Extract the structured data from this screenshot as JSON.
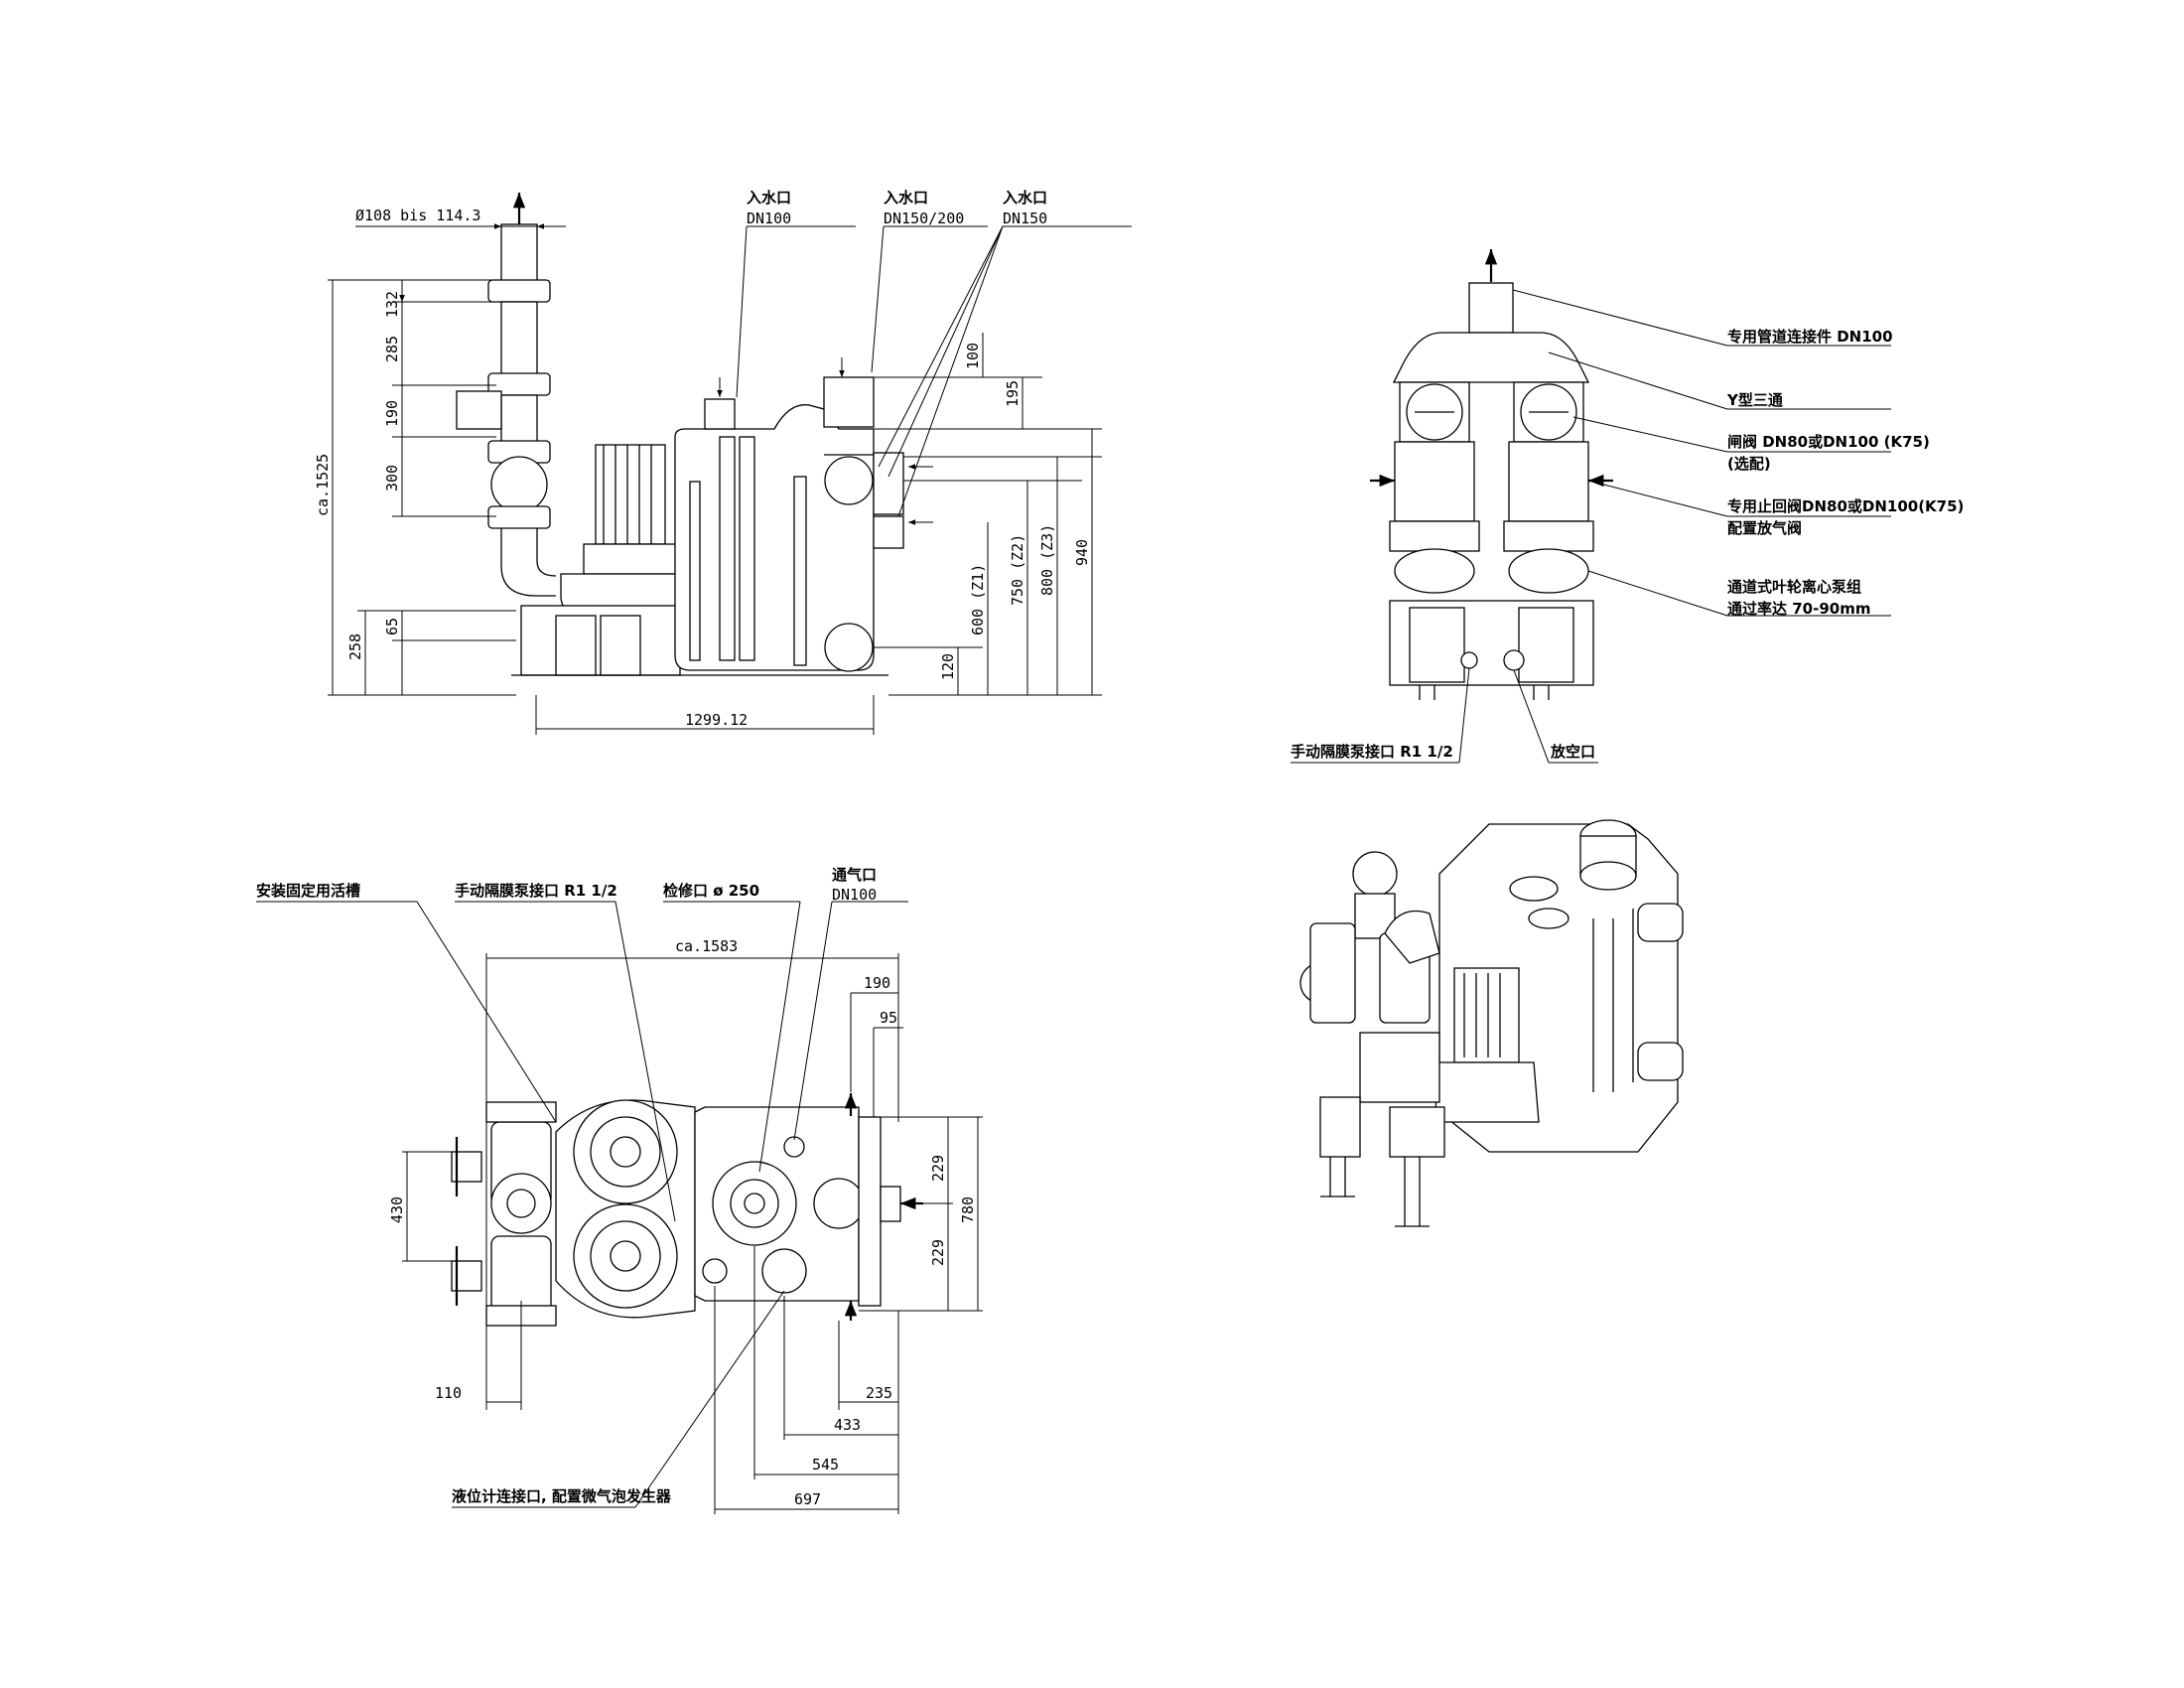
{
  "side_view": {
    "pipe_od": "Ø108 bis 114.3",
    "inlet_dn100_title": "入水口",
    "inlet_dn100_size": "DN100",
    "inlet_dn150_200_title": "入水口",
    "inlet_dn150_200_size": "DN150/200",
    "inlet_dn150_title": "入水口",
    "inlet_dn150_size": "DN150",
    "dim_132": "132",
    "dim_285": "285",
    "dim_190": "190",
    "dim_300": "300",
    "dim_65": "65",
    "dim_258": "258",
    "dim_total_height": "ca.1525",
    "dim_100": "100",
    "dim_195": "195",
    "dim_120": "120",
    "dim_600": "600 (Z1)",
    "dim_750": "750 (Z2)",
    "dim_800": "800 (Z3)",
    "dim_940": "940",
    "dim_width": "1299.12"
  },
  "front_view": {
    "callout_connector": "专用管道连接件 DN100",
    "callout_y_tee": "Y型三通",
    "callout_gate_valve": "闸阀 DN80或DN100 (K75)",
    "callout_gate_valve_note": "(选配)",
    "callout_check_valve": "专用止回阀DN80或DN100(K75)",
    "callout_check_valve_note": "配置放气阀",
    "callout_pump": "通道式叶轮离心泵组",
    "callout_pump_note": "通过率达 70-90mm",
    "callout_manual_pump": "手动隔膜泵接口 R1 1/2",
    "callout_drain": "放空口"
  },
  "plan_view": {
    "callout_fixing_slot": "安装固定用活槽",
    "callout_manual_pump": "手动隔膜泵接口 R1 1/2",
    "callout_inspection": "检修口 ø 250",
    "callout_vent_title": "通气口",
    "callout_vent_size": "DN100",
    "callout_level": "液位计连接口, 配置微气泡发生器",
    "dim_total_length": "ca.1583",
    "dim_190": "190",
    "dim_95": "95",
    "dim_430": "430",
    "dim_229a": "229",
    "dim_229b": "229",
    "dim_780": "780",
    "dim_110": "110",
    "dim_235": "235",
    "dim_433": "433",
    "dim_545": "545",
    "dim_697": "697"
  }
}
